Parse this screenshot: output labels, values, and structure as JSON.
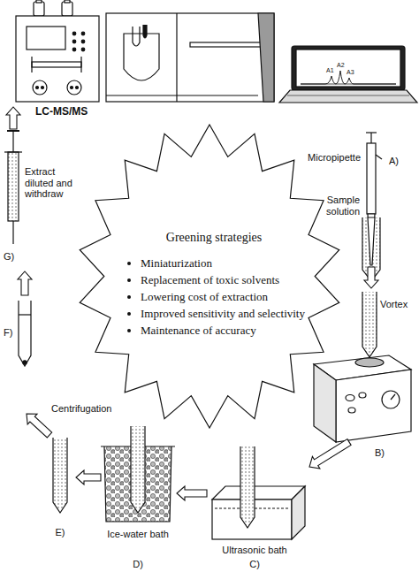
{
  "diagram": {
    "nodes": [
      {
        "text": [
          "Greening strategies",
          "Miniaturization",
          "Replacement of toxic solvents",
          "Lowering cost of extraction",
          "Improved sensitivity and selectivity",
          "Maintenance of accuracy"
        ]
      }
    ],
    "labels": [
      "LC-MS/MS",
      "A1",
      "A2",
      "A3",
      "Micropipette",
      "A)",
      "Sample solution",
      "Vortex",
      "B)",
      "Ultrasonic bath",
      "C)",
      "Ice-water bath",
      "D)",
      "E)",
      "Centrifugation",
      "F)",
      "G)",
      "Extract diluted and withdraw"
    ]
  }
}
